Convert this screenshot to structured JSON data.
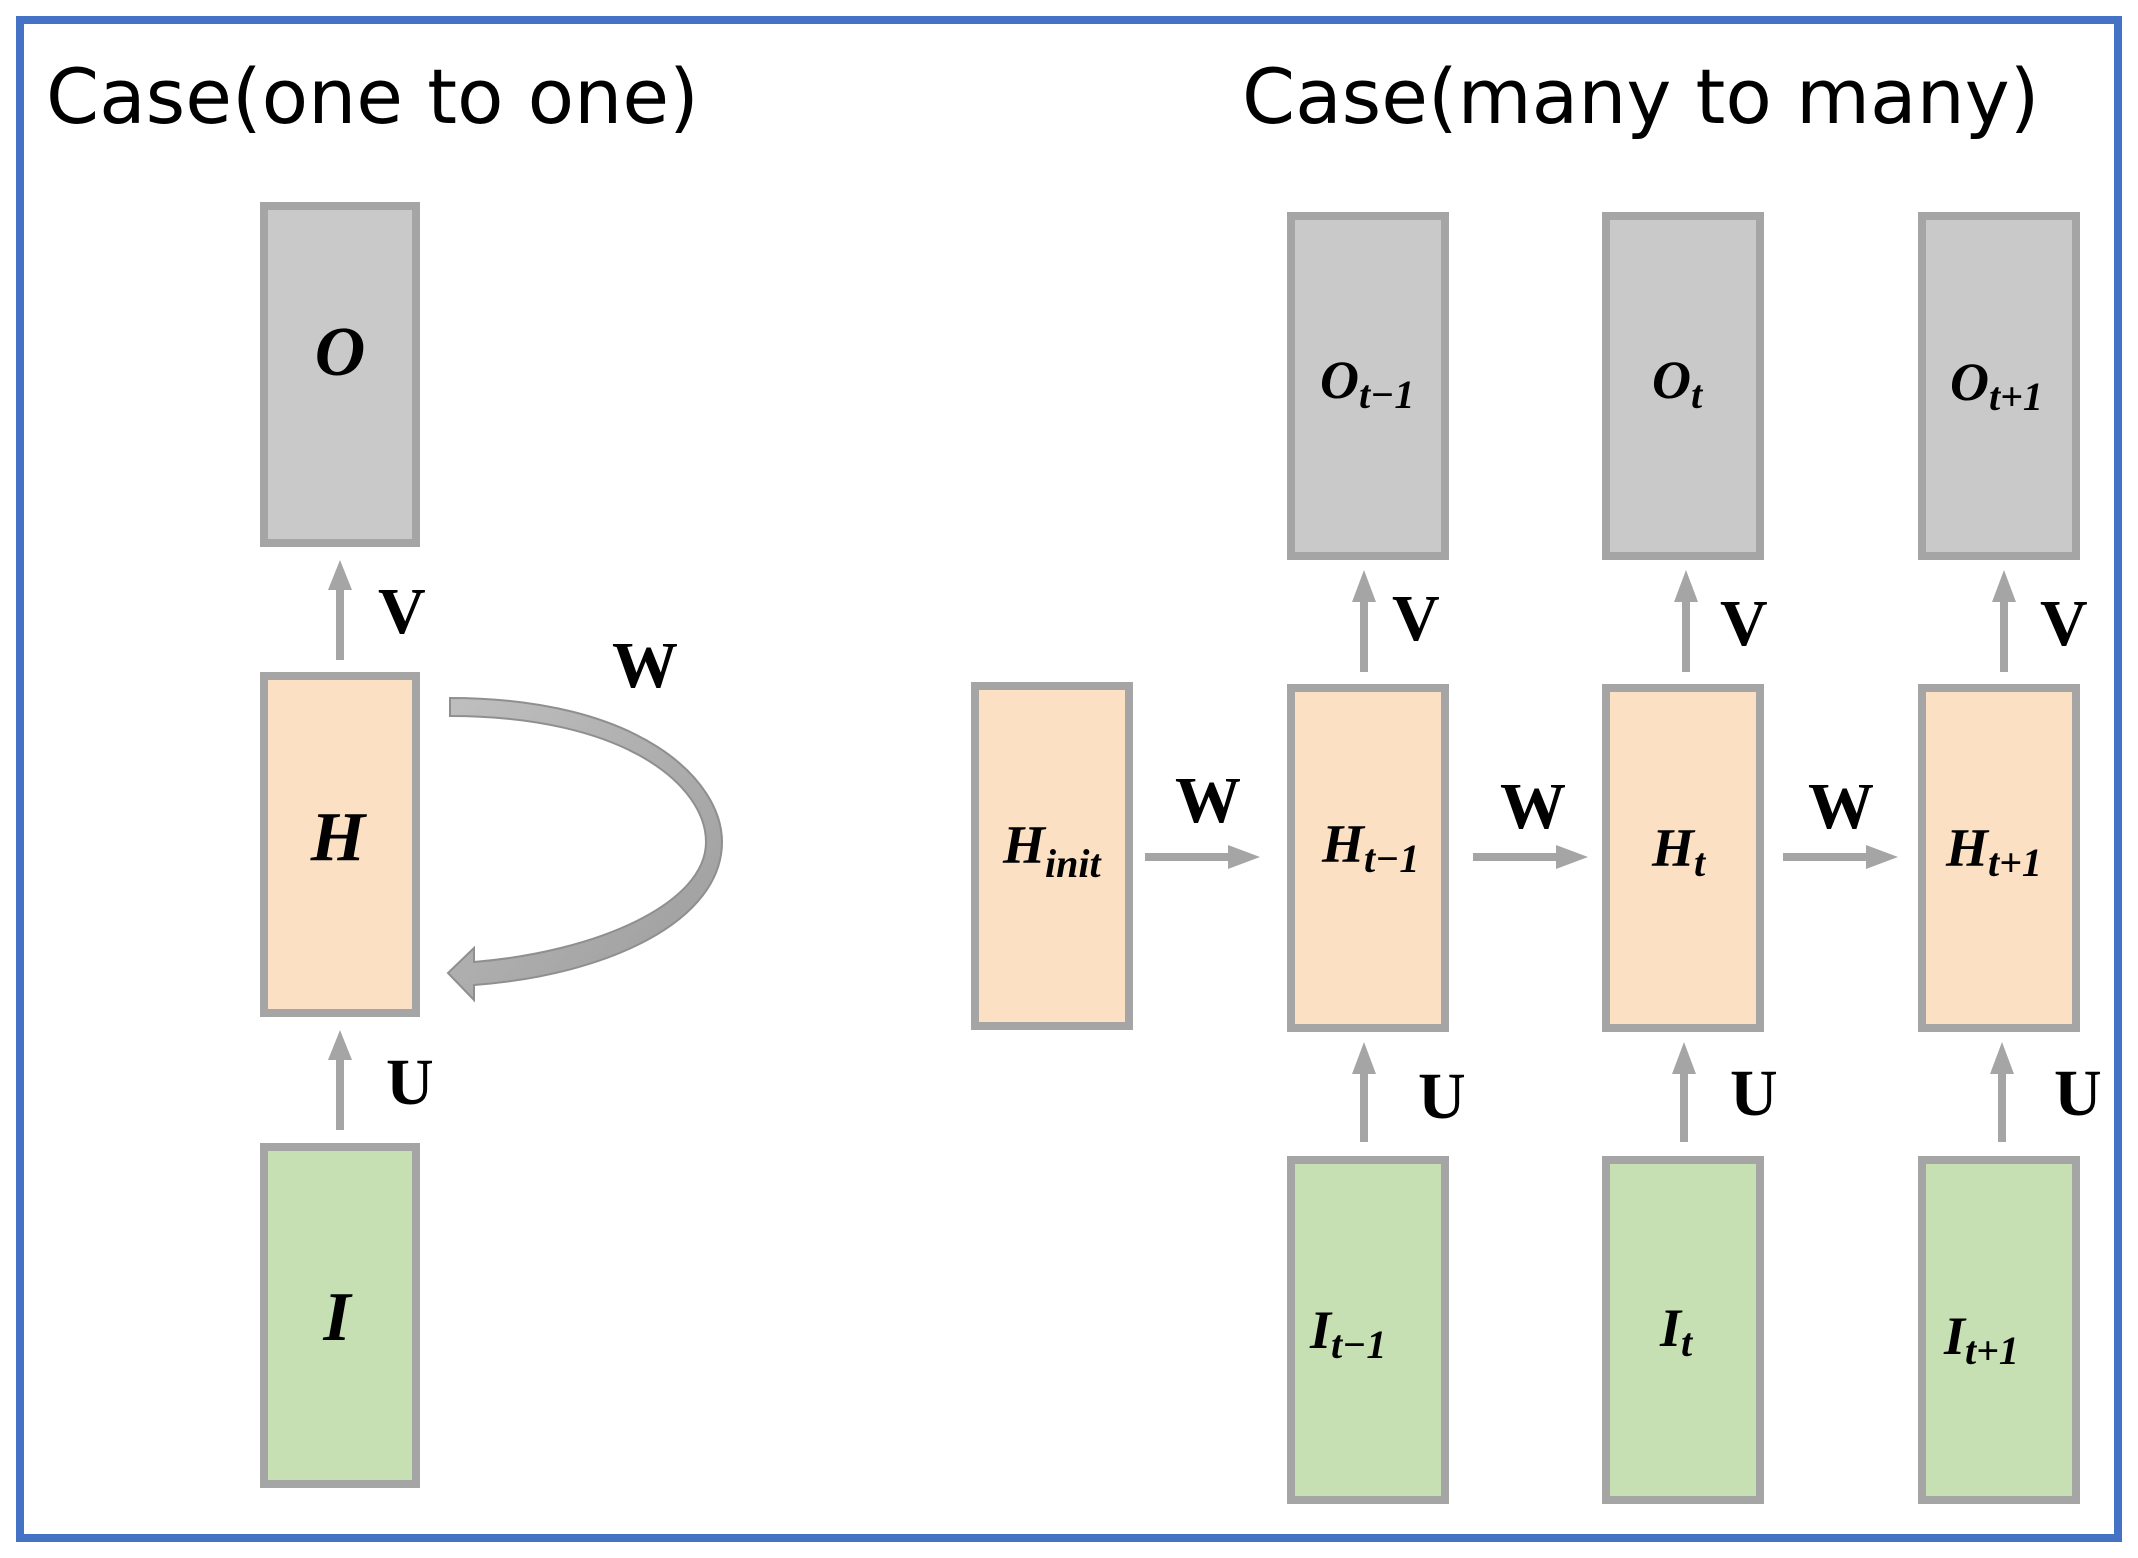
{
  "left_case": {
    "title": "Case(one to one)",
    "output": {
      "symbol": "O",
      "sub": ""
    },
    "hidden": {
      "symbol": "H",
      "sub": ""
    },
    "input": {
      "symbol": "I",
      "sub": ""
    },
    "label_v": "V",
    "label_u": "U",
    "label_w": "W"
  },
  "right_case": {
    "title": "Case(many to many)",
    "init": {
      "symbol": "H",
      "sub": "init"
    },
    "steps": [
      {
        "output": {
          "symbol": "O",
          "sub": "t−1"
        },
        "hidden": {
          "symbol": "H",
          "sub": "t−1"
        },
        "input": {
          "symbol": "I",
          "sub": "t−1"
        },
        "label_v": "V",
        "label_u": "U",
        "label_w": "W"
      },
      {
        "output": {
          "symbol": "O",
          "sub": "t"
        },
        "hidden": {
          "symbol": "H",
          "sub": "t"
        },
        "input": {
          "symbol": "I",
          "sub": "t"
        },
        "label_v": "V",
        "label_u": "U",
        "label_w": "W"
      },
      {
        "output": {
          "symbol": "O",
          "sub": "t+1"
        },
        "hidden": {
          "symbol": "H",
          "sub": "t+1"
        },
        "input": {
          "symbol": "I",
          "sub": "t+1"
        },
        "label_v": "V",
        "label_u": "U",
        "label_w": "W"
      }
    ]
  },
  "colors": {
    "frame": "#4472C4",
    "output_fill": "#C9C9C9",
    "hidden_fill": "#FCE0C4",
    "input_fill": "#C6E0B4",
    "border_and_arrows": "#A5A5A5"
  },
  "icons": {
    "recurrent_loop": "curved-arrow-icon",
    "connection": "arrow-icon"
  }
}
